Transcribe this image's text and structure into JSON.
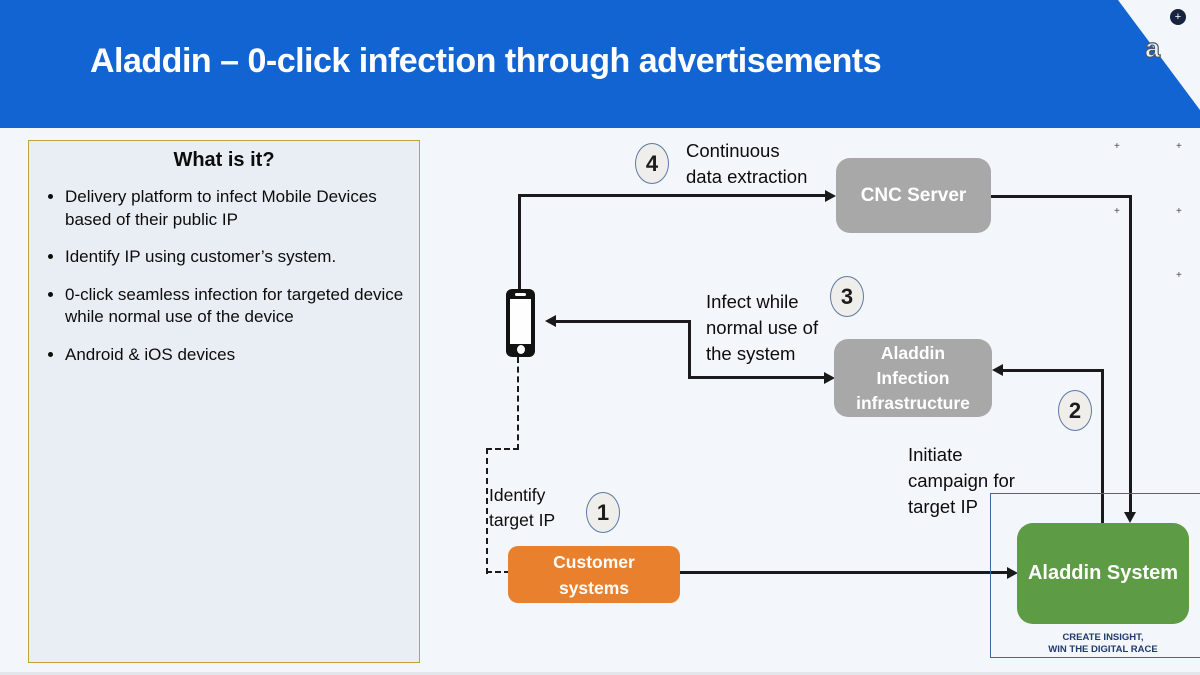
{
  "slide_title": "Aladdin – 0-click infection through advertisements",
  "whatis_panel": {
    "title": "What is it?",
    "bullets": [
      "Delivery platform to infect Mobile Devices based of their public IP",
      "Identify IP using customer’s system.",
      "0-click seamless infection for targeted device while normal use of the device",
      "Android & iOS devices"
    ]
  },
  "nodes": {
    "cnc_server": {
      "label": "CNC Server"
    },
    "infection_infra": {
      "lines": [
        "Aladdin",
        "Infection",
        "infrastructure"
      ]
    },
    "customer_systems": {
      "lines": [
        "Customer",
        "systems"
      ]
    },
    "aladdin_system": {
      "label": "Aladdin System"
    },
    "mobile_device": {
      "icon": "smartphone-icon"
    }
  },
  "steps": [
    {
      "n": "1",
      "lines": [
        "Identify",
        "target IP"
      ]
    },
    {
      "n": "2",
      "lines": [
        "Initiate",
        "campaign for",
        "target IP"
      ]
    },
    {
      "n": "3",
      "lines": [
        "Infect while",
        "normal use of",
        "the system"
      ]
    },
    {
      "n": "4",
      "lines": [
        "Continuous",
        "data extraction"
      ]
    }
  ],
  "branding": {
    "tagline_lines": [
      "CREATE INSIGHT,",
      "WIN THE DIGITAL RACE"
    ]
  },
  "decor": {
    "badge": "+",
    "corner_glyph": "a",
    "plus": "+"
  },
  "colors": {
    "header_blue": "#1264d2",
    "canvas_bg": "#f3f6fa",
    "panel_fill": "#e9eef4",
    "panel_border_gold": "#c2a23e",
    "box_gray": "#a8a8a8",
    "box_orange": "#e8802e",
    "box_green": "#5d9b44",
    "frame_blue": "#3c66a4",
    "circle_fill": "#f0eeea",
    "circle_border": "#5a7aa8",
    "line_black": "#1a1a1a",
    "tagline_navy": "#1e3a6e"
  }
}
